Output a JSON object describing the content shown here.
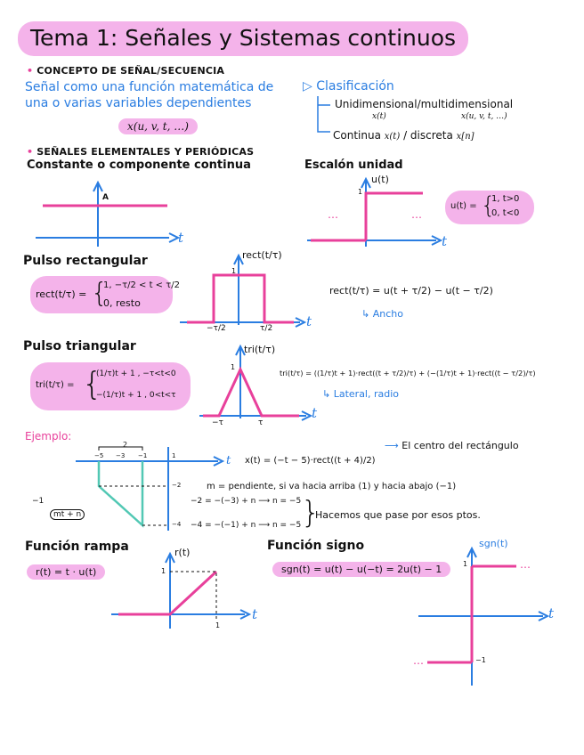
{
  "title": "Tema 1: Señales y Sistemas continuos",
  "concepto": {
    "heading": "CONCEPTO DE SEÑAL/SECUENCIA",
    "line1": "Señal como una función matemática de",
    "line2": "una o varias variables dependientes",
    "formula": "x(u, v, t, …)"
  },
  "clasificacion": {
    "heading": "Clasificación",
    "item1": "Unidimensional/multidimensional",
    "item1_left": "x(t)",
    "item1_right": "x(u, v, t, …)",
    "item2_a": "Continua",
    "item2_b": "x(t)",
    "item2_c": "/ discreta",
    "item2_d": "x[n]"
  },
  "elementales": {
    "heading": "SEÑALES ELEMENTALES Y PERIÓDICAS"
  },
  "constante": {
    "heading": "Constante o componente continua",
    "a_label": "A",
    "t_label": "t"
  },
  "escalon": {
    "heading": "Escalón unidad",
    "axis_label": "u(t)",
    "one_label": "1",
    "dots_left": "…",
    "dots_right": "…",
    "t_label": "t",
    "formula_left": "u(t) =",
    "case1": "1,  t>0",
    "case2": "0,  t<0"
  },
  "pulso_rect": {
    "heading": "Pulso rectangular",
    "def_left": "rect(t/τ) =",
    "case1": "1, −τ/2 < t < τ/2",
    "case2": "0, resto",
    "axis_label": "rect(t/τ)",
    "one_label": "1",
    "neg_tick": "−τ/2",
    "pos_tick": "τ/2",
    "t_label": "t",
    "identity": "rect(t/τ) = u(t + τ/2) − u(t − τ/2)",
    "note": "Ancho"
  },
  "pulso_tri": {
    "heading": "Pulso triangular",
    "def_left": "tri(t/τ) =",
    "case1": "(1/τ)t + 1 ,   −τ<t<0",
    "case2": "−(1/τ)t + 1 ,   0<t<τ",
    "axis_label": "tri(t/τ)",
    "one_label": "1",
    "neg_tick": "−τ",
    "pos_tick": "τ",
    "t_label": "t",
    "identity": "tri(t/τ) = ((1/τ)t + 1)·rect((t + τ/2)/τ) + (−(1/τ)t + 1)·rect((t − τ/2)/τ)",
    "note": "Lateral, radio"
  },
  "ejemplo": {
    "label": "Ejemplo:",
    "width_label": "2",
    "ticks": [
      "−5",
      "−3",
      "−1",
      "1"
    ],
    "t_label": "t",
    "y_neg2": "−2",
    "y_neg4": "−4",
    "formula": "x(t) = (−t − 5)·rect((t + 4)/2)",
    "center_note": "El centro del rectángulo",
    "pendiente": "m = pendiente, si va hacia arriba (1) y hacia abajo (−1)",
    "m_label": "−1",
    "mt_label": "mt + n",
    "eq1": "−2 = −(−3) + n ⟶ n = −5",
    "eq2": "−4 = −(−1) + n ⟶ n = −5",
    "pass_note": "Hacemos que pase por esos ptos."
  },
  "rampa": {
    "heading": "Función rampa",
    "formula": "r(t) = t · u(t)",
    "axis_label": "r(t)",
    "one_label": "1",
    "tick": "1",
    "t_label": "t"
  },
  "signo": {
    "heading": "Función signo",
    "formula": "sgn(t) = u(t) − u(−t) = 2u(t) − 1",
    "axis_label": "sgn(t)",
    "one_label": "1",
    "neg_label": "−1",
    "dots_right": "…",
    "dots_left": "…",
    "t_label": "t"
  },
  "colors": {
    "highlight": "#f4b3ea",
    "axis_blue": "#2a7de1",
    "signal_pink": "#e8409b",
    "example_green": "#52c8b4"
  }
}
